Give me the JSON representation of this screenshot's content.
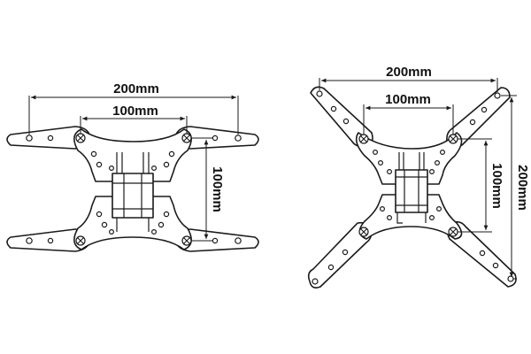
{
  "left_diagram": {
    "dim_horizontal_outer": "200mm",
    "dim_horizontal_inner": "100mm",
    "dim_vertical": "100mm"
  },
  "right_diagram": {
    "dim_horizontal_outer": "200mm",
    "dim_horizontal_inner": "100mm",
    "dim_vertical_inner": "100mm",
    "dim_vertical_outer": "200mm"
  },
  "colors": {
    "line": "#1a1a1a",
    "background": "#ffffff"
  }
}
